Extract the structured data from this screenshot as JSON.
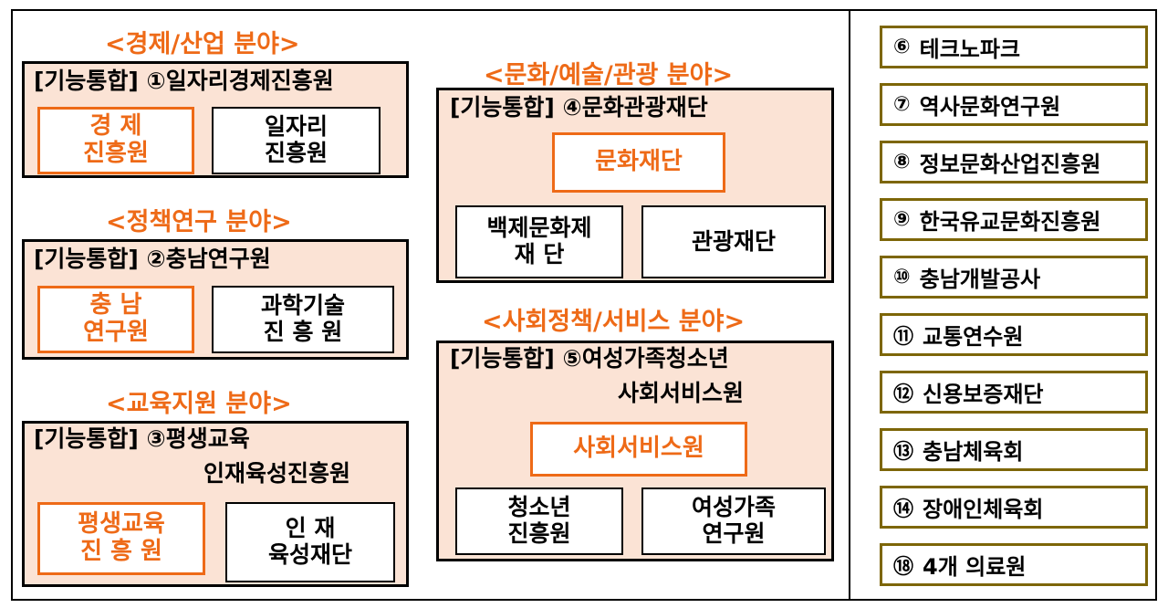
{
  "sections": {
    "economy": "<경제/산업 분야>",
    "policy": "<정책연구 분야>",
    "education": "<교육지원 분야>",
    "culture": "<문화/예술/관광 분야>",
    "social": "<사회정책/서비스 분야>"
  },
  "groups": {
    "economy": {
      "header": "[기능통합] ①일자리경제진흥원",
      "box1": "경    제\n진흥원",
      "box2": "일자리\n진흥원"
    },
    "policy": {
      "header": "[기능통합] ②충남연구원",
      "box1": "충    남\n연구원",
      "box2": "과학기술\n진 흥 원"
    },
    "education": {
      "header_line1": "[기능통합] ③평생교육",
      "header_line2": "인재육성진흥원",
      "box1": "평생교육\n진 흥 원",
      "box2": "인     재\n육성재단"
    },
    "culture": {
      "header": "[기능통합] ④문화관광재단",
      "box1": "문화재단",
      "box2": "백제문화제\n재        단",
      "box3": "관광재단"
    },
    "social": {
      "header_line1": "[기능통합] ⑤여성가족청소년",
      "header_line2": "사회서비스원",
      "box1": "사회서비스원",
      "box2": "청소년\n진흥원",
      "box3": "여성가족\n연구원"
    }
  },
  "right_list": [
    {
      "num": "⑥",
      "label": "테크노파크"
    },
    {
      "num": "⑦",
      "label": "역사문화연구원"
    },
    {
      "num": "⑧",
      "label": "정보문화산업진흥원"
    },
    {
      "num": "⑨",
      "label": "한국유교문화진흥원"
    },
    {
      "num": "⑩",
      "label": "충남개발공사"
    },
    {
      "num": "⑪",
      "label": "교통연수원"
    },
    {
      "num": "⑫",
      "label": "신용보증재단"
    },
    {
      "num": "⑬",
      "label": "충남체육회"
    },
    {
      "num": "⑭",
      "label": "장애인체육회"
    },
    {
      "num": "⑱",
      "label": "4개 의료원"
    }
  ],
  "colors": {
    "accent": "#ee6a17",
    "group_bg": "#fbe3d5",
    "list_border": "#7d6608"
  }
}
